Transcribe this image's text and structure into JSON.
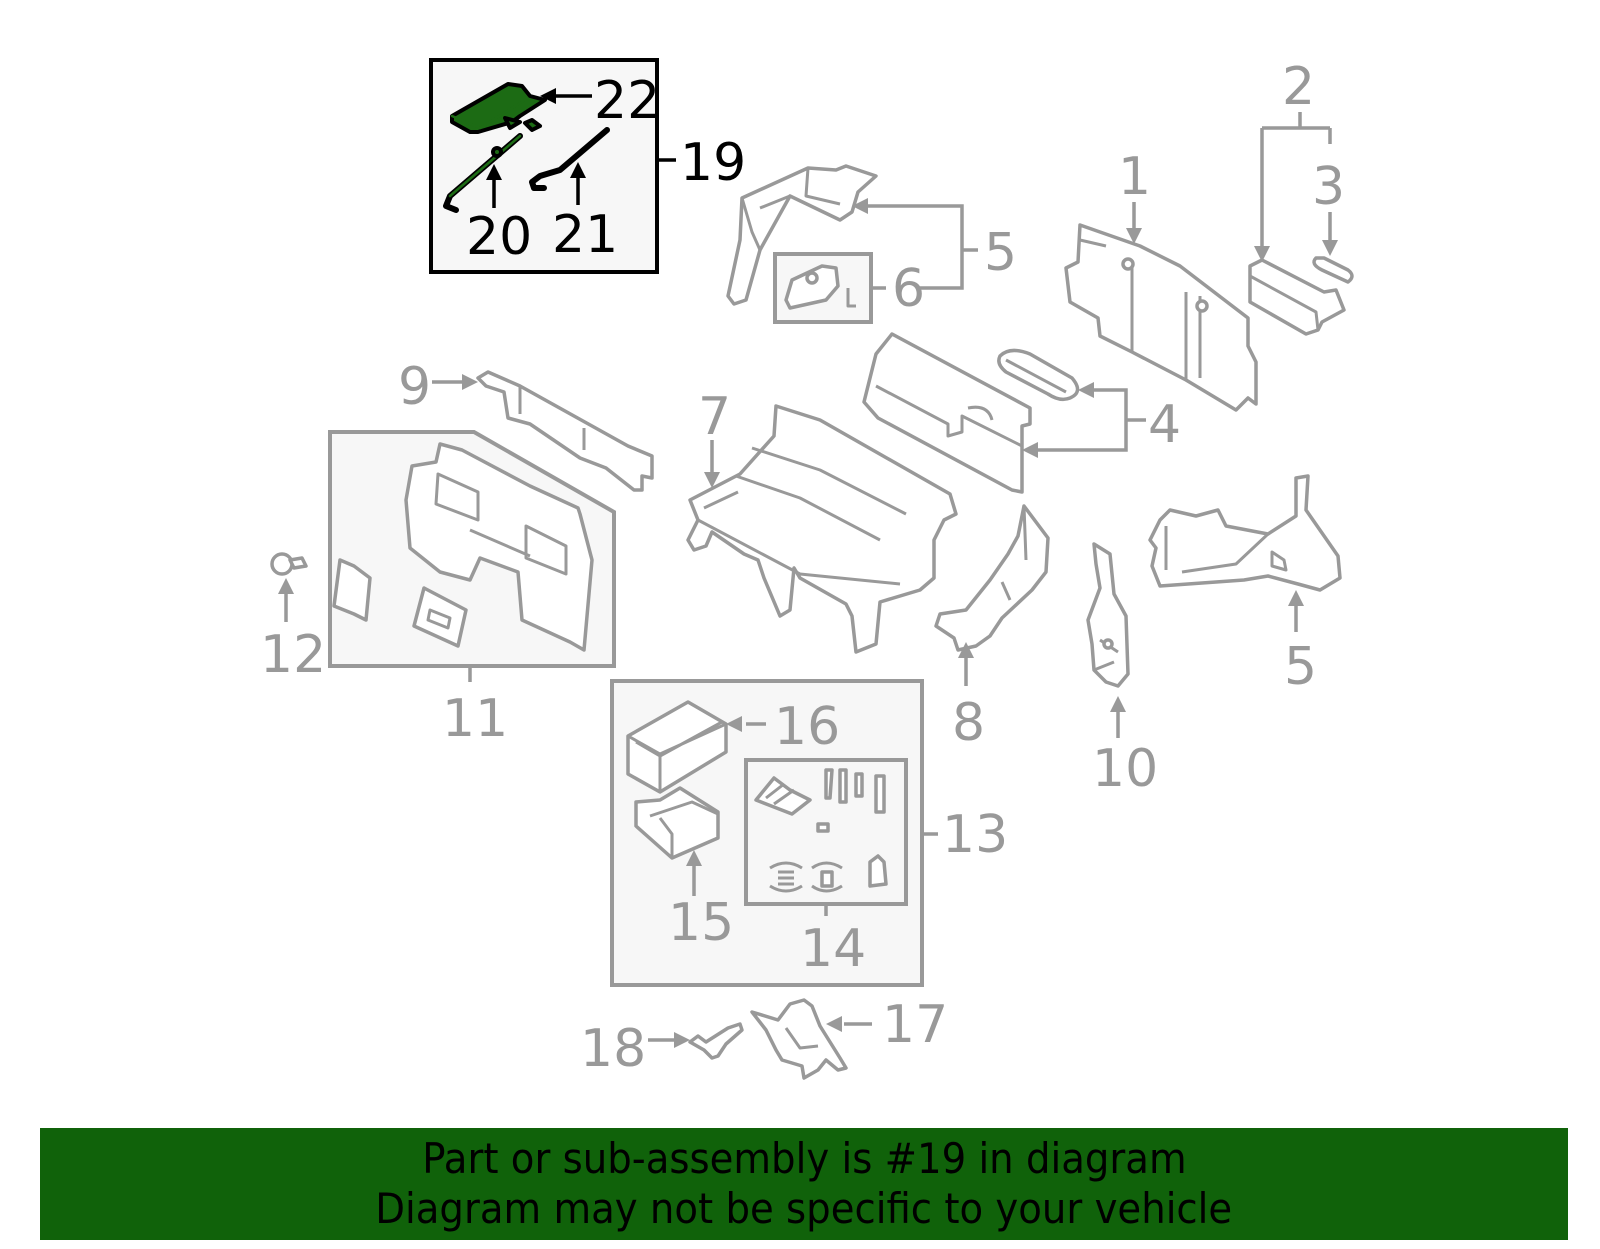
{
  "diagram": {
    "highlighted_part": "19",
    "colors": {
      "highlight_fill": "#1c6b14",
      "highlight_stroke": "#000000",
      "part_stroke": "#999999",
      "group_box_fill": "#f7f7f7",
      "banner_bg": "#10620a",
      "banner_text": "#000000"
    },
    "callouts": {
      "c1": "1",
      "c2": "2",
      "c3": "3",
      "c4": "4",
      "c5a": "5",
      "c5b": "5",
      "c6": "6",
      "c7": "7",
      "c8": "8",
      "c9": "9",
      "c10": "10",
      "c11": "11",
      "c12": "12",
      "c13": "13",
      "c14": "14",
      "c15": "15",
      "c16": "16",
      "c17": "17",
      "c18": "18",
      "c19": "19",
      "c20": "20",
      "c21": "21",
      "c22": "22"
    }
  },
  "banner": {
    "line1": "Part or sub-assembly is #19 in diagram",
    "line2": "Diagram may not be specific to your vehicle"
  }
}
